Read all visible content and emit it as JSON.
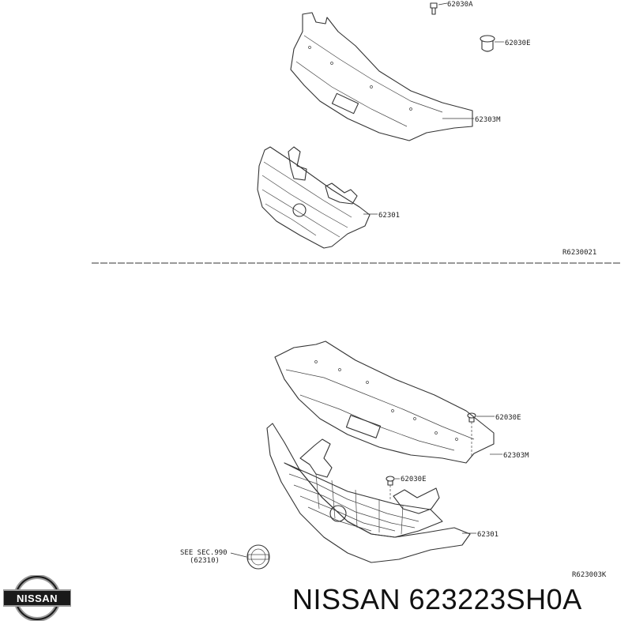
{
  "diagram_top": {
    "labels": {
      "clip_a": "62030A",
      "clip_e": "62030E",
      "upper_panel": "62303M",
      "grille": "62301",
      "ref": "R6230021"
    }
  },
  "diagram_bottom": {
    "labels": {
      "clip_e_upper": "62030E",
      "upper_panel": "62303M",
      "clip_e_lower": "62030E",
      "grille": "62301",
      "see_sec_line1": "SEE SEC.990",
      "see_sec_line2": "(62310)",
      "ref": "R623003K"
    }
  },
  "brand": {
    "logo_text": "NISSAN",
    "caption": "NISSAN 623223SH0A",
    "colors": {
      "logo_dark": "#1a1a1a",
      "logo_silver": "#9a9a9a",
      "text": "#111111"
    }
  }
}
